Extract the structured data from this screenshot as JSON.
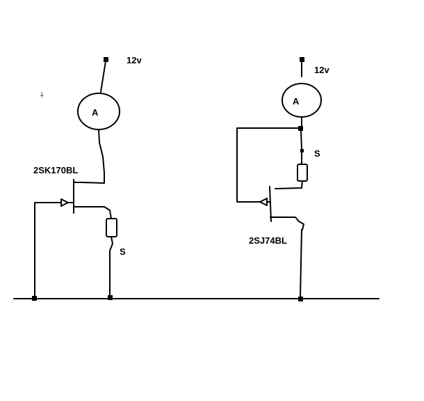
{
  "left_circuit": {
    "supply_label": "12v",
    "meter_label": "A",
    "transistor_label": "2SK170BL",
    "resistor_label": "S"
  },
  "right_circuit": {
    "supply_label": "12v",
    "meter_label": "A",
    "transistor_label": "2SJ74BL",
    "resistor_label": "S"
  }
}
